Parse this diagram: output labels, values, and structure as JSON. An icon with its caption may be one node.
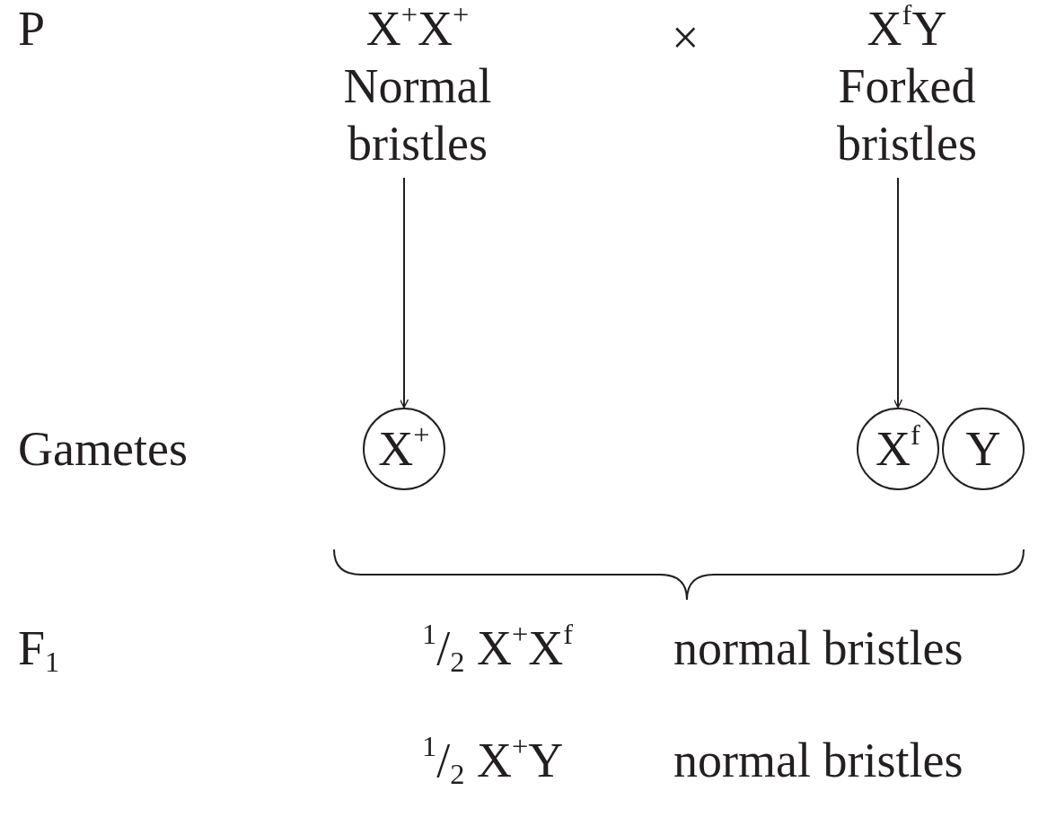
{
  "diagram": {
    "nodes": [
      {
        "text": [
          "X$^{+}$X$^{+}$",
          "Normal bristles"
        ]
      },
      {
        "text": [
          "X$^{f}$Y",
          "Forked bristles"
        ]
      },
      {
        "text": [
          "X$^{+}$"
        ]
      },
      {
        "text": [
          "X$^{f}$"
        ]
      },
      {
        "text": [
          "Y"
        ]
      }
    ],
    "edges": [
      {
        "from": 0,
        "to": 2,
        "arrow": "to"
      },
      {
        "from": 1,
        "to": 3,
        "arrow": "to"
      }
    ],
    "labels": [
      "P",
      "×",
      "Gametes",
      "F$_{1}$",
      "$^{1}$/$_{2}$ X$^{+}$X$^{f}$",
      "normal bristles",
      "$^{1}$/$_{2}$ X$^{+}$Y",
      "normal bristles"
    ]
  }
}
